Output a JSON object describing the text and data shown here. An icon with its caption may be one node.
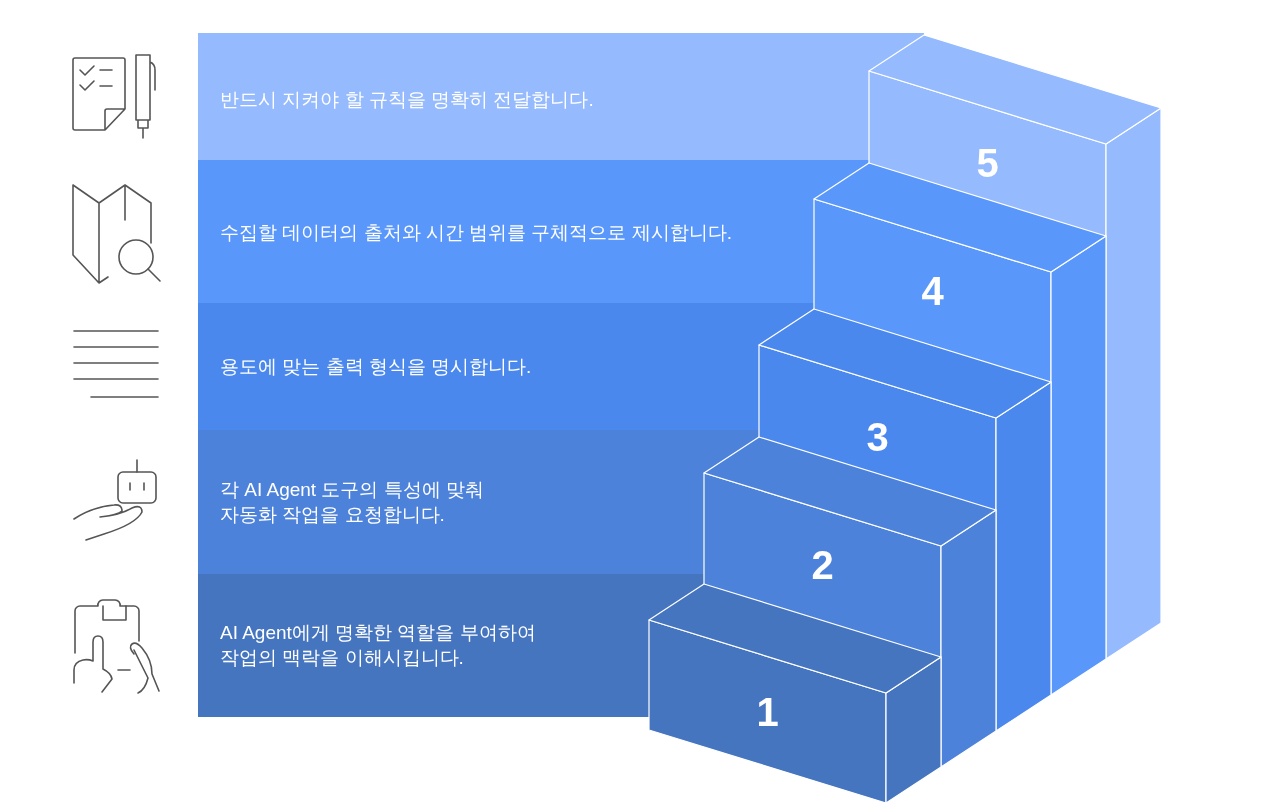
{
  "diagram": {
    "nodes": [
      {
        "text": [
          "반드시 지켜야 할 규칙을 명확히 전달합니다."
        ]
      },
      {
        "text": [
          "수집할 데이터의 출처와 시간 범위를 구체적으로 제시합니다."
        ]
      },
      {
        "text": [
          "용도에 맞는 출력 형식을 명시합니다."
        ]
      },
      {
        "text": [
          "각 AI Agent 도구의 특성에 맞춰 자동화 작업을 요청합니다."
        ]
      },
      {
        "text": [
          "AI Agent에게 명확한 역할을 부여하여 작업의 맥락을 이해시킵니다."
        ]
      },
      {
        "text": [
          "5"
        ]
      },
      {
        "text": [
          "4"
        ]
      },
      {
        "text": [
          "3"
        ]
      },
      {
        "text": [
          "2"
        ]
      },
      {
        "text": [
          "1"
        ]
      }
    ]
  }
}
